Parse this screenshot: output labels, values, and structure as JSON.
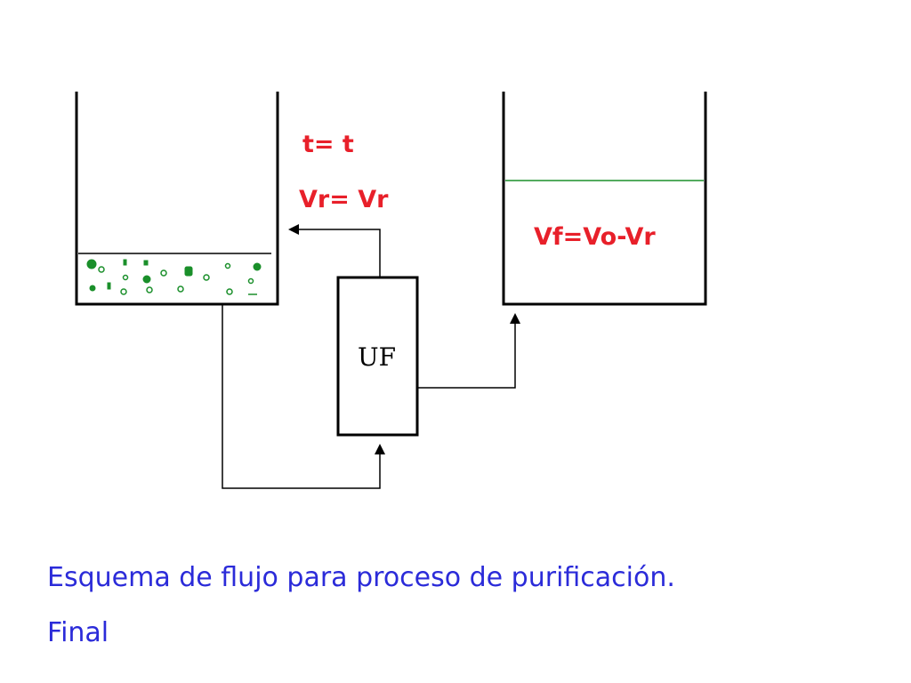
{
  "labels": {
    "time": "t= t",
    "retentate_volume": "Vr= Vr",
    "filtrate_volume": "Vf=Vo-Vr",
    "unit": "UF"
  },
  "caption": {
    "line1": "Esquema de flujo para proceso de purificación.",
    "line2": "Final"
  },
  "colors": {
    "lines": "#000000",
    "red_text": "#e8202a",
    "caption_text": "#2b2bd9",
    "liquid_level": "#1a8f2a",
    "particles": "#1a8f2a"
  }
}
